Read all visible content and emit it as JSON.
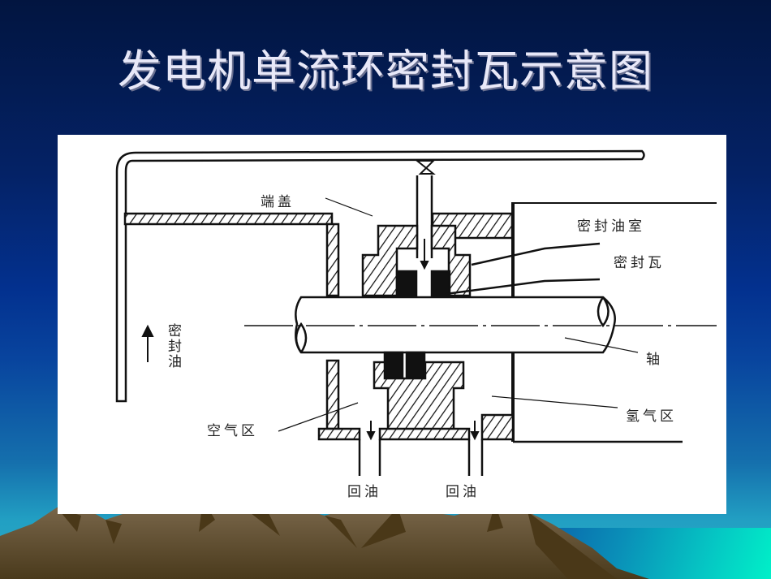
{
  "slide": {
    "title": "发电机单流环密封瓦示意图"
  },
  "diagram": {
    "labels": {
      "end_cover": "端盖",
      "seal_oil_chamber": "密封油室",
      "seal_bearing": "密封瓦",
      "shaft": "轴",
      "hydrogen_zone": "氢气区",
      "air_zone": "空气区",
      "seal_oil_inlet": "密封油",
      "oil_return_left": "回油",
      "oil_return_right": "回油"
    },
    "arrows": {
      "seal_oil_flow": "up",
      "oil_return_left": "down",
      "oil_return_right": "down",
      "seal_feed": "down"
    }
  },
  "colors": {
    "background_top": "#021540",
    "background_mid": "#03318f",
    "background_bottom": "#2aa7c4",
    "title_text": "#e8e8f8",
    "mountain_light": "#7a6548",
    "mountain_dark": "#4a3818",
    "sea": "#00f0c8"
  }
}
